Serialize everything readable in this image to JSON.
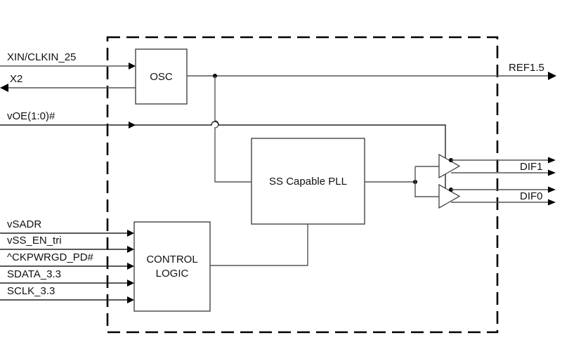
{
  "diagram": {
    "title": "Block Diagram",
    "blocks": {
      "osc": "OSC",
      "pll": "SS Capable PLL",
      "control_line1": "CONTROL",
      "control_line2": "LOGIC"
    },
    "inputs": {
      "xin": "XIN/CLKIN_25",
      "x2": "X2",
      "voe": "vOE(1:0)#",
      "vsadr": "vSADR",
      "vss_en": "vSS_EN_tri",
      "ckpwrgd": "^CKPWRGD_PD#",
      "sdata": "SDATA_3.3",
      "sclk": "SCLK_3.3"
    },
    "outputs": {
      "ref": "REF1.5",
      "dif1": "DIF1",
      "dif0": "DIF0"
    }
  }
}
